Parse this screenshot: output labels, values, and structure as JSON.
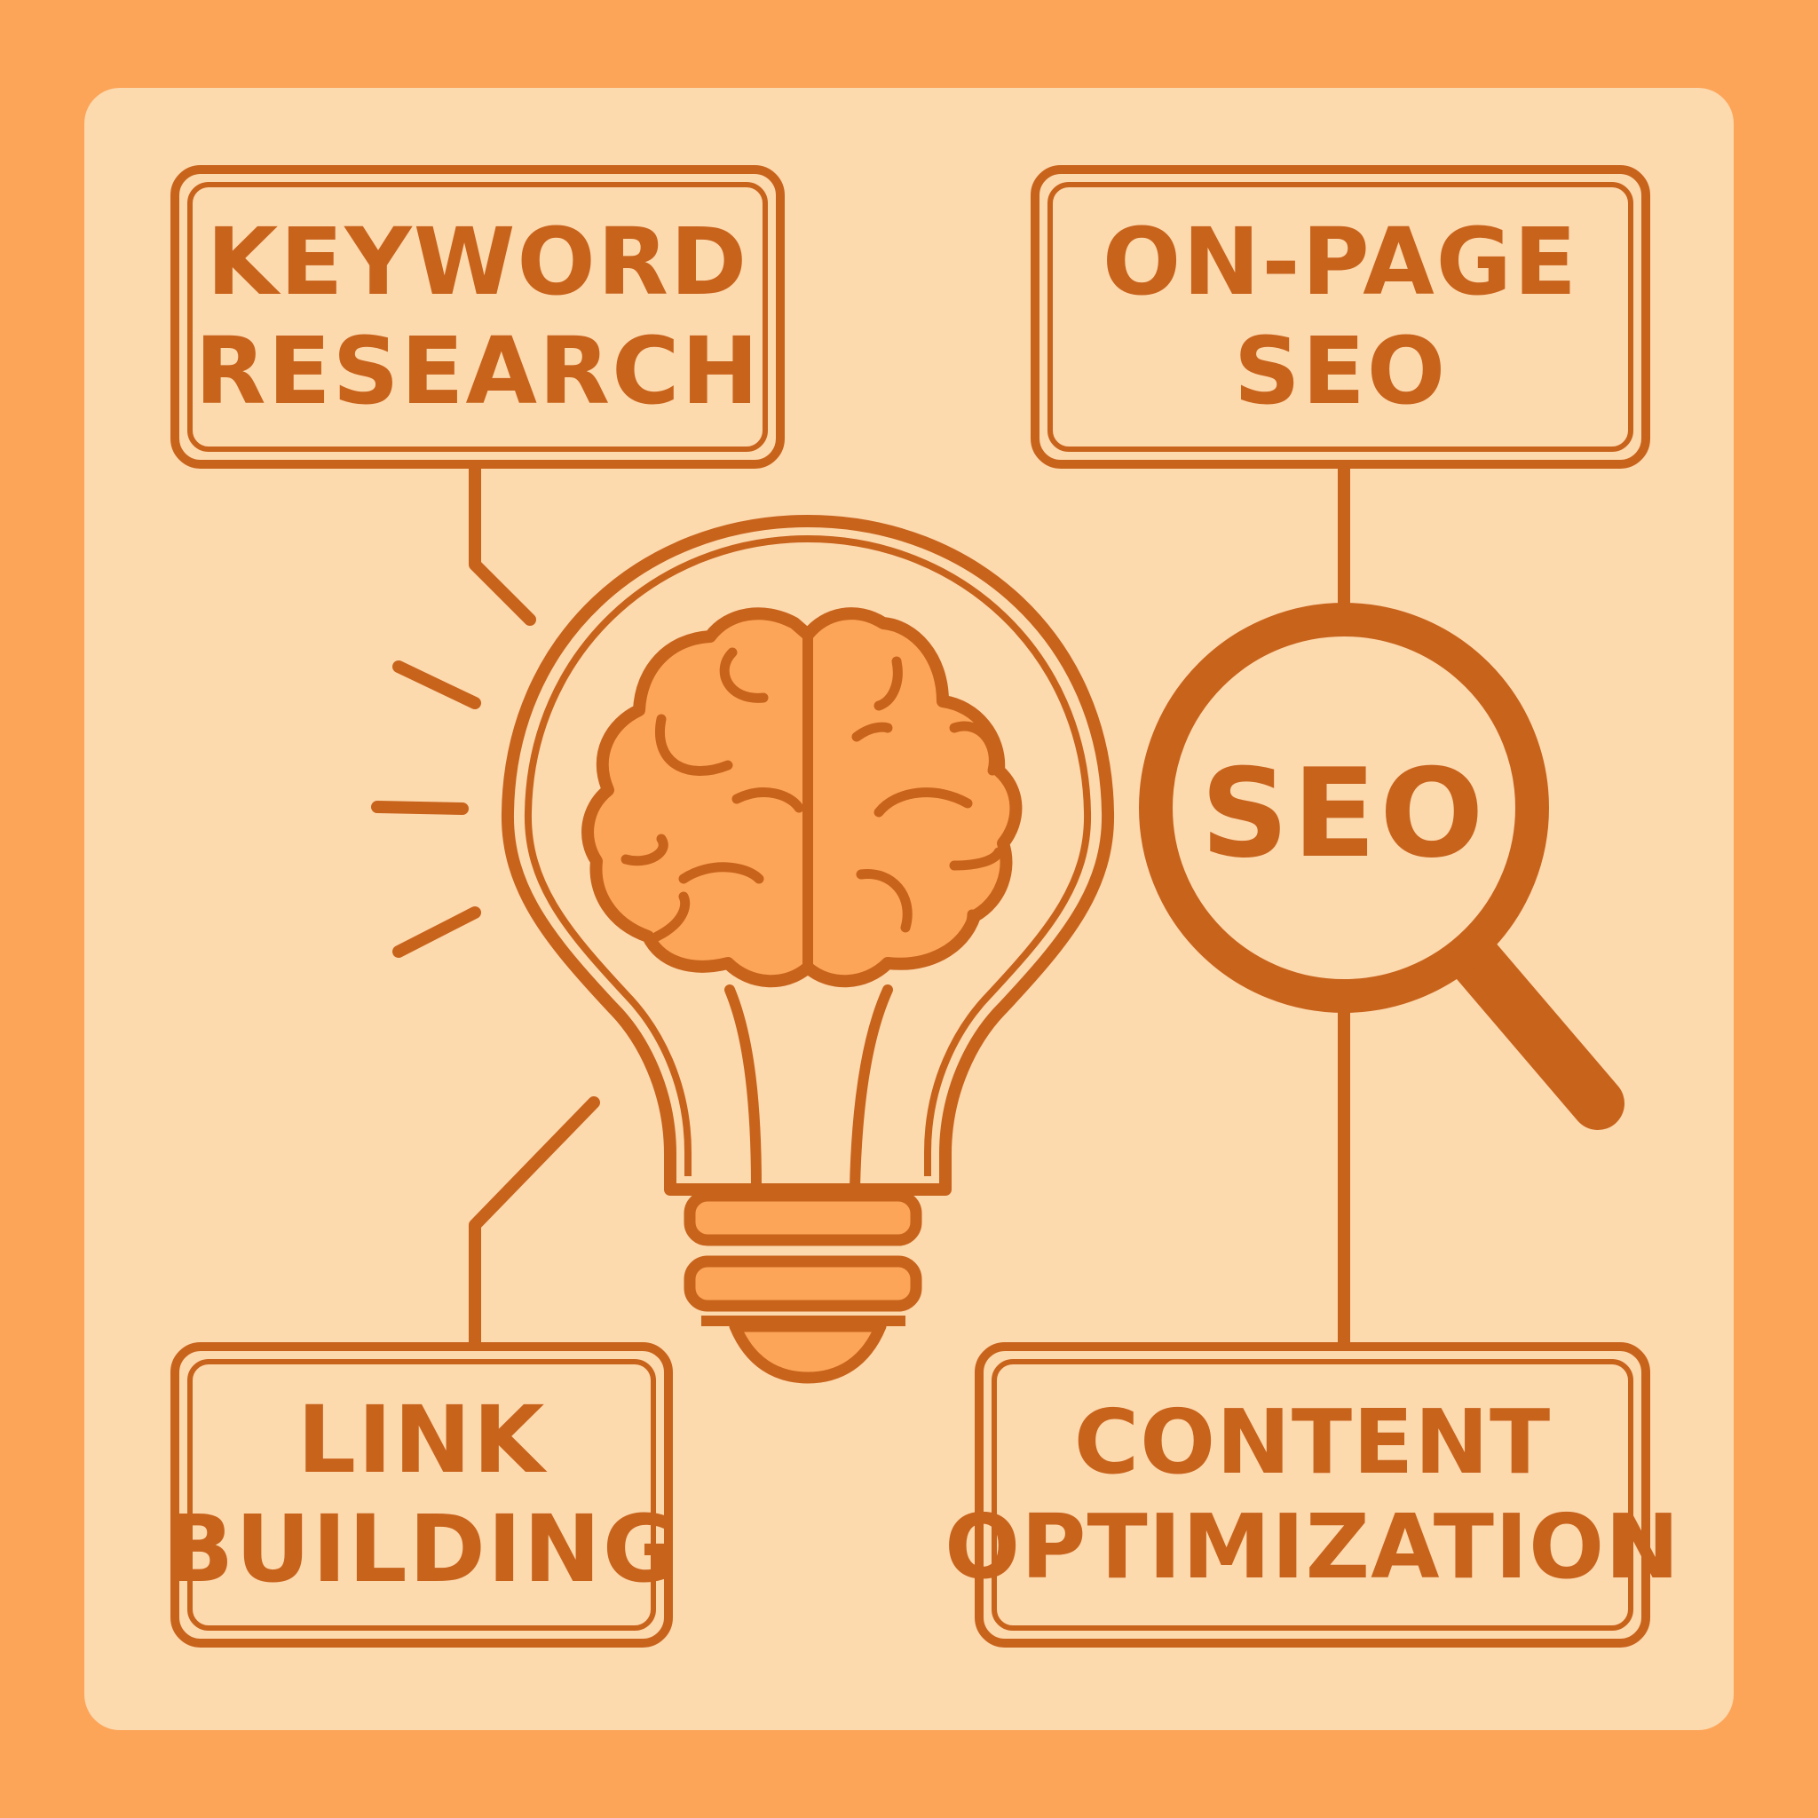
{
  "colors": {
    "background": "#FCA559",
    "panel": "#FDD9AE",
    "stroke": "#C8631C",
    "fill": "#FCA559"
  },
  "nodes": {
    "keyword_research": {
      "line1": "KEYWORD",
      "line2": "RESEARCH"
    },
    "on_page_seo": {
      "line1": "ON-PAGE",
      "line2": "SEO"
    },
    "link_building": {
      "line1": "LINK",
      "line2": "BUILDING"
    },
    "content_optimization": {
      "line1": "CONTENT",
      "line2": "OPTIMIZATION"
    }
  },
  "center": {
    "icon": "lightbulb-brain-icon"
  },
  "magnifier": {
    "icon": "magnifying-glass-icon",
    "label": "SEO"
  }
}
